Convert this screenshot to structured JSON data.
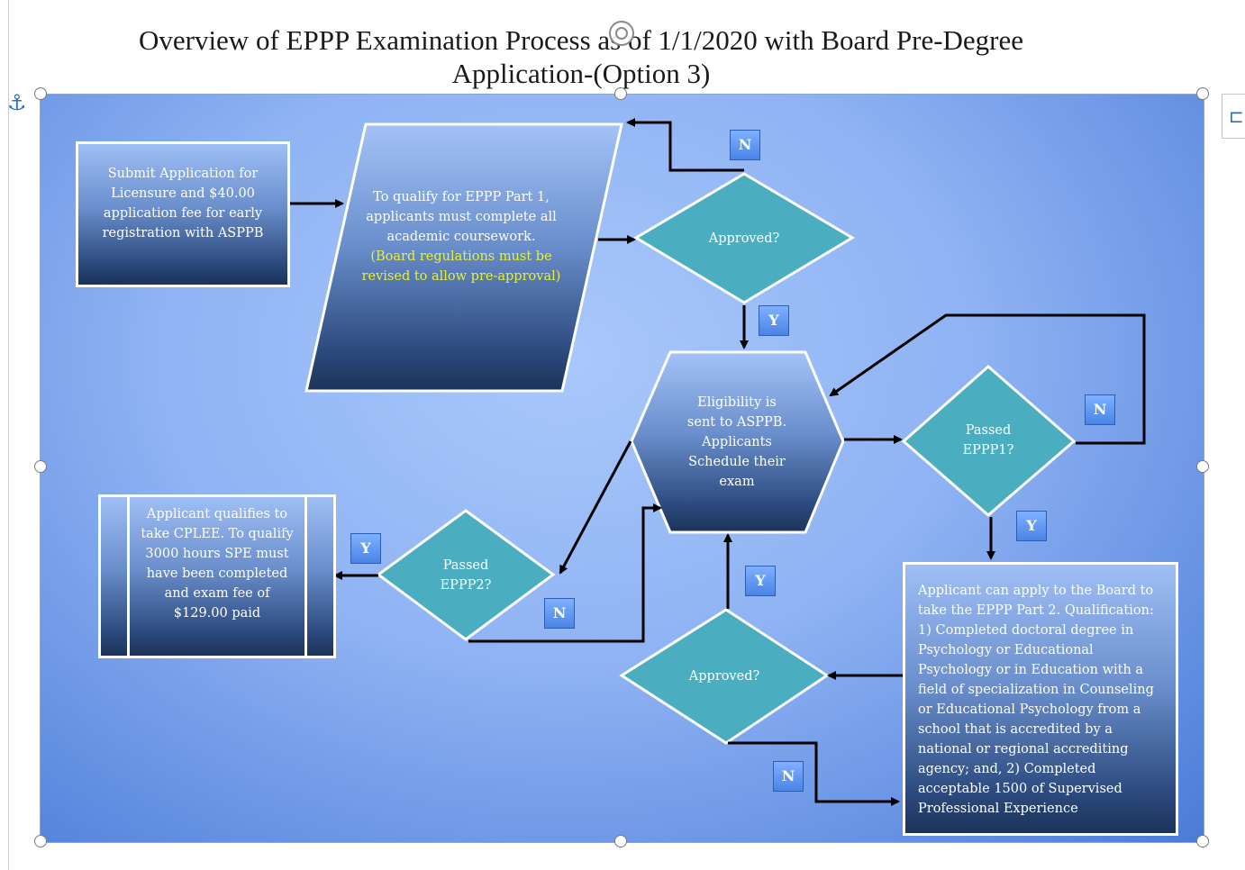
{
  "title": {
    "line1": "Overview of EPPP Examination Process as of 1/1/2020 with Board Pre-Degree",
    "line2": "Application-(Option 3)"
  },
  "nodes": {
    "submit": "Submit Application for Licensure and $40.00 application fee for early registration with ASPPB",
    "qualify_main": "To qualify for EPPP Part 1, applicants must complete all academic coursework.",
    "qualify_note": "(Board regulations must be revised to allow pre-approval)",
    "approved_top": "Approved?",
    "eligibility": "Eligibility is sent to ASPPB. Applicants Schedule their exam",
    "passed1": "Passed EPPP1?",
    "passed2": "Passed EPPP2?",
    "cplee": "Applicant qualifies to take CPLEE. To qualify 3000 hours SPE must have been completed and exam fee of $129.00 paid",
    "approved_bottom": "Approved?",
    "part2": "Applicant can apply to the Board to take the EPPP Part 2. Qualification: 1) Completed doctoral degree in Psychology or Educational Psychology or in Education with a field of specialization in Counseling or Educational Psychology from a school that is accredited by a national or regional accrediting agency; and, 2) Completed acceptable 1500 of Supervised Professional Experience"
  },
  "decisions": {
    "approved_top_no": "N",
    "approved_top_yes": "Y",
    "passed1_no": "N",
    "passed1_yes": "Y",
    "passed2_yes": "Y",
    "passed2_no": "N",
    "approved_bottom_yes": "Y",
    "approved_bottom_no": "N"
  },
  "icons": {
    "anchor": "anchor-icon",
    "layout_options": "layout-options-icon"
  },
  "colors": {
    "diamond_fill": "#4aaec0",
    "highlight_text": "#e6f03a",
    "canvas_blue": "#8fb3f3"
  }
}
